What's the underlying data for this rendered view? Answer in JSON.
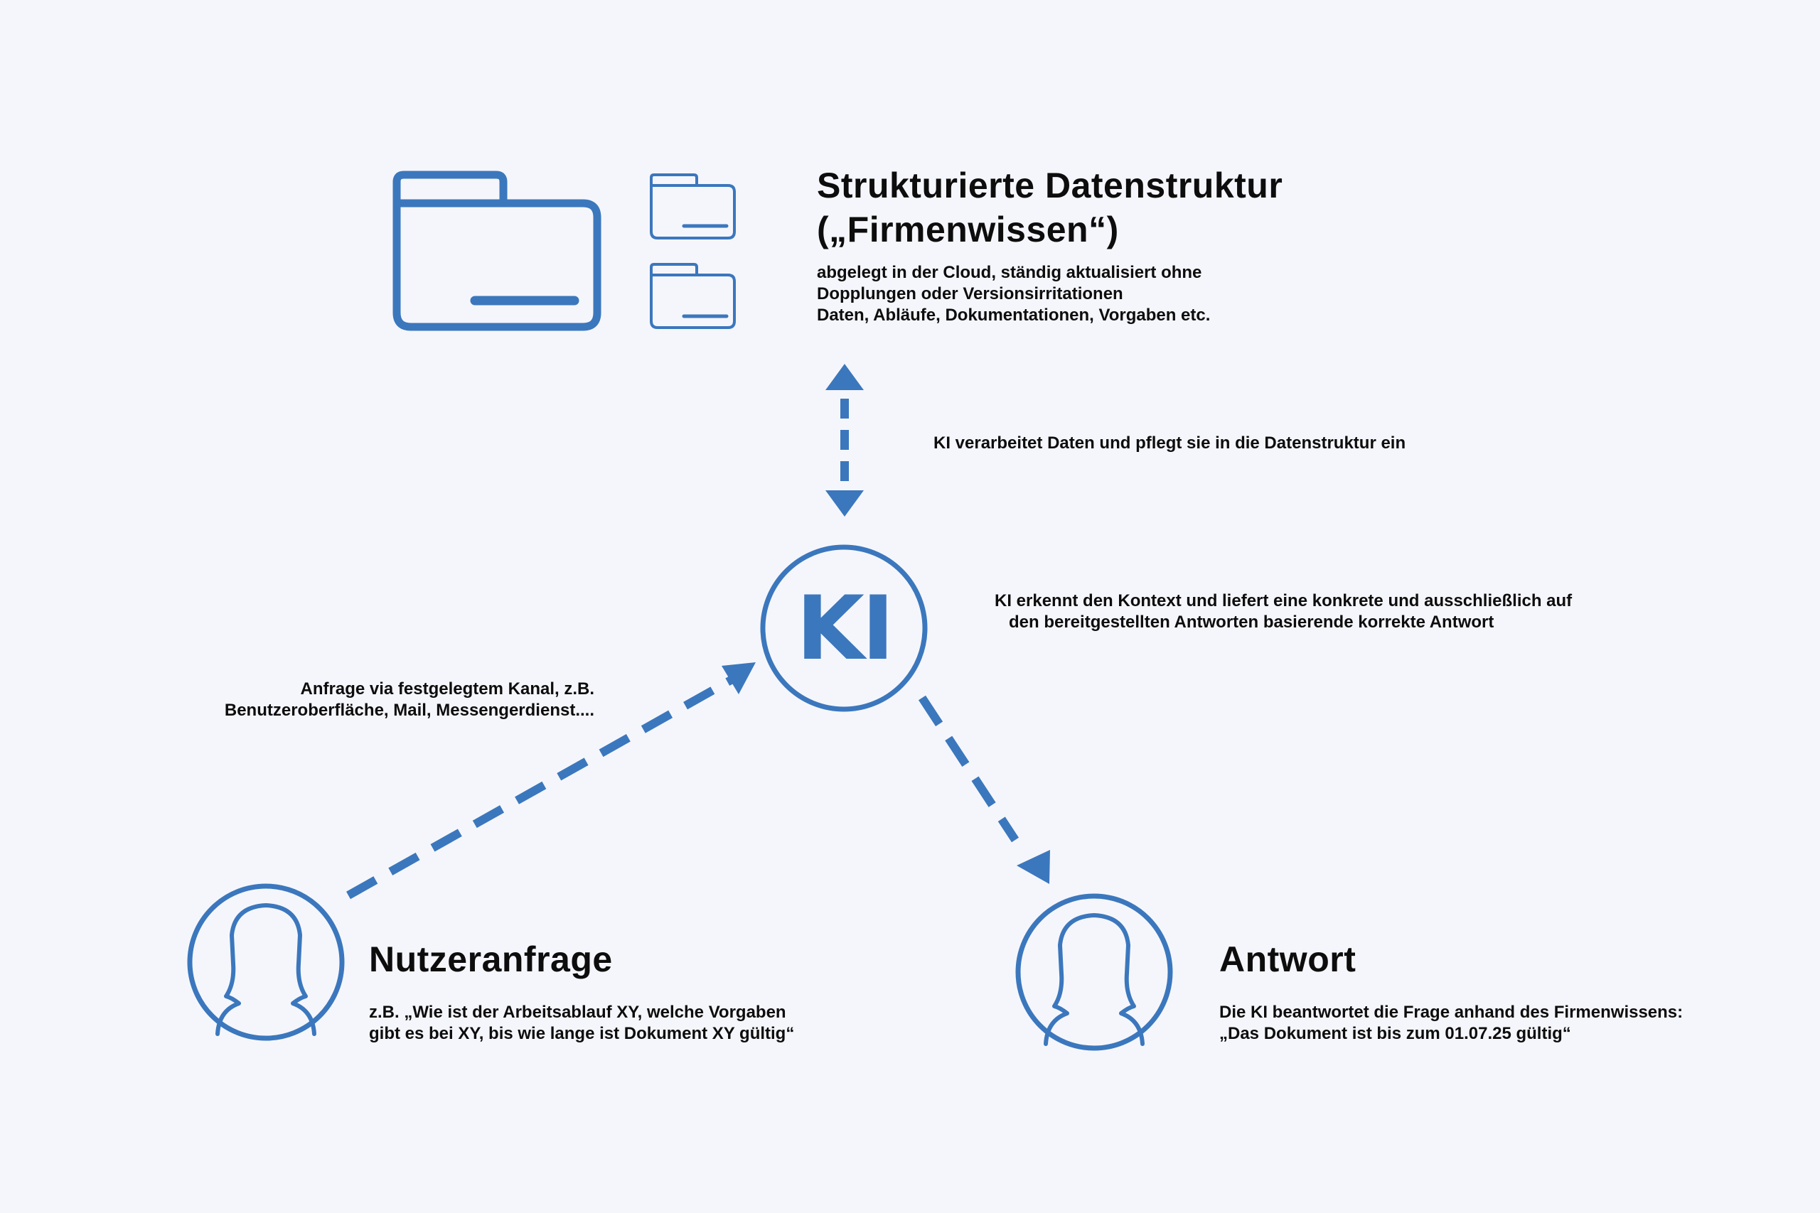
{
  "colors": {
    "background": "#f5f6fb",
    "accent": "#3b77bd",
    "text": "#0d0d0d"
  },
  "icons": {
    "large_folder": "folder-icon",
    "small_folders": [
      "folder-icon",
      "folder-icon"
    ],
    "user": "user-silhouette-icon",
    "answer": "user-silhouette-icon"
  },
  "data_store": {
    "title_lines": [
      "Strukturierte Datenstruktur",
      "(„Firmenwissen“)"
    ],
    "description_lines": [
      "abgelegt in der Cloud, ständig aktualisiert ohne",
      "Dopplungen oder Versionsirritationen",
      "Daten, Abläufe, Dokumentationen, Vorgaben etc."
    ]
  },
  "ki_node": {
    "label": "KI"
  },
  "connections": {
    "ki_to_data": "KI verarbeitet Daten und pflegt sie in die Datenstruktur ein",
    "ki_to_answer_lines": [
      "KI erkennt den Kontext und liefert eine konkrete und ausschließlich auf",
      "den bereitgestellten Antworten basierende korrekte Antwort"
    ],
    "request_to_ki_lines": [
      "Anfrage via festgelegtem Kanal, z.B.",
      "Benutzeroberfläche, Mail, Messengerdienst...."
    ]
  },
  "request": {
    "title": "Nutzeranfrage",
    "description_lines": [
      "z.B. „Wie ist der Arbeitsablauf XY, welche Vorgaben",
      "gibt es bei XY, bis wie lange ist Dokument XY gültig“"
    ]
  },
  "answer": {
    "title": "Antwort",
    "description_lines": [
      "Die KI beantwortet die Frage anhand des Firmenwissens:",
      "„Das Dokument ist bis zum 01.07.25 gültig“"
    ]
  }
}
